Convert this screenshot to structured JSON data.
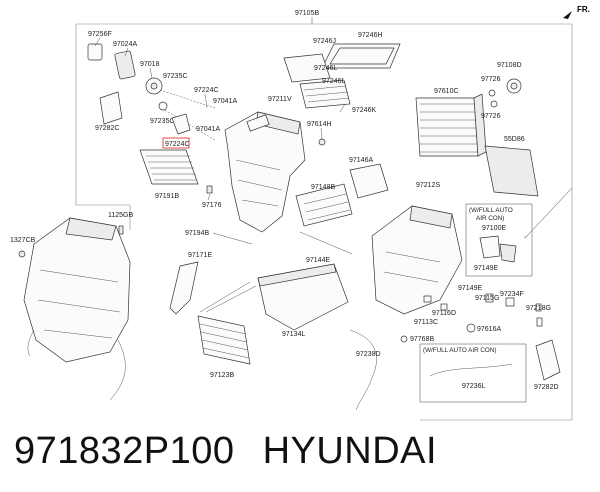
{
  "direction_label": "FR.",
  "labels": {
    "p97105B": "97105B",
    "p97256F": "97256F",
    "p97024A": "97024A",
    "p97018": "97018",
    "p97235C_a": "97235C",
    "p97224C": "97224C",
    "p97282C": "97282C",
    "p97041A_a": "97041A",
    "p97235C_b": "97235C",
    "p97224C_box": "97224C",
    "p97041A_b": "97041A",
    "p97191B": "97191B",
    "p97176": "97176",
    "p97246J": "97246J",
    "p97246H": "97246H",
    "p97246L_a": "97246L",
    "p97246L_b": "97246L",
    "p97211V": "97211V",
    "p97246K": "97246K",
    "p97614H": "97614H",
    "p97146A": "97146A",
    "p97148B": "97148B",
    "p97108D": "97108D",
    "p97726_a": "97726",
    "p97726_b": "97726",
    "p97610C": "97610C",
    "p55D86": "55D86",
    "p97212S": "97212S",
    "p1125GB": "1125GB",
    "p1327CB": "1327CB",
    "p97194B": "97194B",
    "p97171E": "97171E",
    "p97144E": "97144E",
    "p97134L": "97134L",
    "p97123B": "97123B",
    "p97238D": "97238D",
    "p97768B": "97768B",
    "p97149E_a": "97149E",
    "p97115G": "97115G",
    "p97234F": "97234F",
    "p97218G": "97218G",
    "p97116D": "97116D",
    "p97113C": "97113C",
    "p97616A": "97616A",
    "p97100E": "97100E",
    "p97149E_b": "97149E",
    "p97236L": "97236L",
    "p97282D": "97282D"
  },
  "callouts": {
    "full_auto_1_line1": "(W/FULL AUTO",
    "full_auto_1_line2": "AIR CON)",
    "full_auto_2": "(W/FULL AUTO AIR CON)"
  },
  "caption": {
    "part_number": "971832P100",
    "brand": "HYUNDAI"
  }
}
